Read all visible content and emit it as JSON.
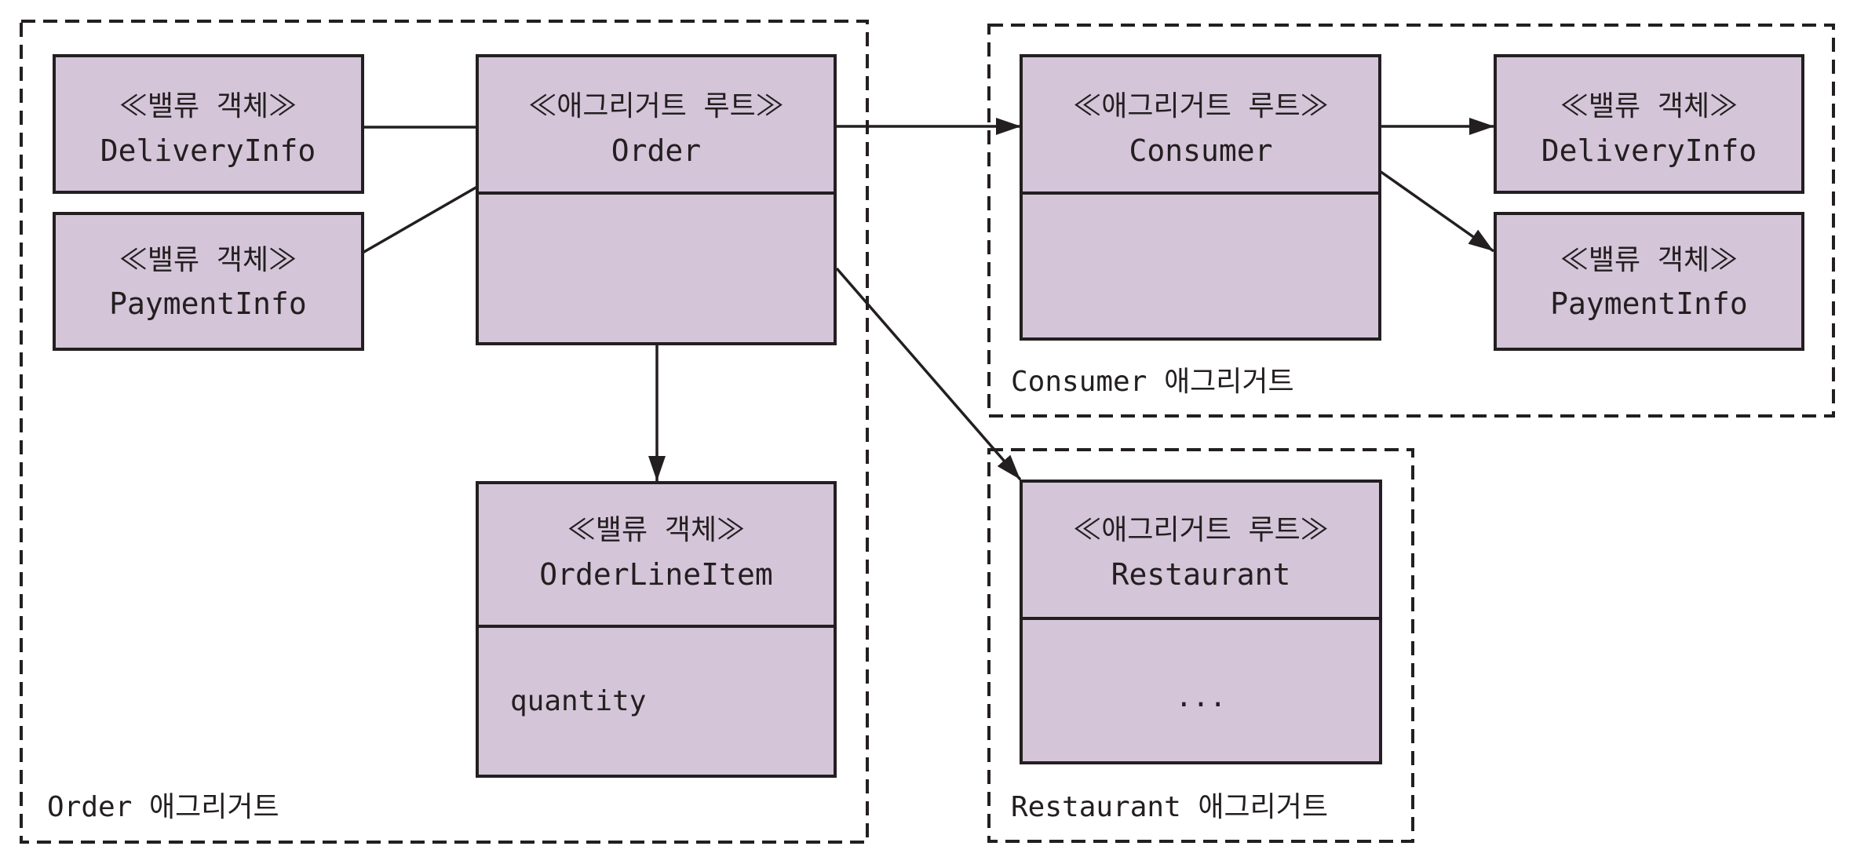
{
  "diagram": {
    "colors": {
      "class_fill": "#d5c5d9",
      "stroke": "#231f20",
      "background": "#ffffff"
    },
    "groups": [
      {
        "id": "order-aggregate",
        "label": "Order 애그리거트"
      },
      {
        "id": "consumer-aggregate",
        "label": "Consumer 애그리거트"
      },
      {
        "id": "restaurant-aggregate",
        "label": "Restaurant 애그리거트"
      }
    ],
    "classes": {
      "order_delivery_info": {
        "stereotype": "≪밸류 객체≫",
        "name": "DeliveryInfo",
        "group": "order-aggregate"
      },
      "order_payment_info": {
        "stereotype": "≪밸류 객체≫",
        "name": "PaymentInfo",
        "group": "order-aggregate"
      },
      "order": {
        "stereotype": "≪애그리거트 루트≫",
        "name": "Order",
        "attributes": [],
        "group": "order-aggregate"
      },
      "order_line_item": {
        "stereotype": "≪밸류 객체≫",
        "name": "OrderLineItem",
        "attributes": [
          "quantity"
        ],
        "group": "order-aggregate"
      },
      "consumer": {
        "stereotype": "≪애그리거트 루트≫",
        "name": "Consumer",
        "attributes": [],
        "group": "consumer-aggregate"
      },
      "consumer_delivery_info": {
        "stereotype": "≪밸류 객체≫",
        "name": "DeliveryInfo",
        "group": "consumer-aggregate"
      },
      "consumer_payment_info": {
        "stereotype": "≪밸류 객체≫",
        "name": "PaymentInfo",
        "group": "consumer-aggregate"
      },
      "restaurant": {
        "stereotype": "≪애그리거트 루트≫",
        "name": "Restaurant",
        "attributes": [
          "..."
        ],
        "group": "restaurant-aggregate"
      }
    },
    "edges": [
      {
        "from": "order_delivery_info",
        "to": "order",
        "type": "association"
      },
      {
        "from": "order_payment_info",
        "to": "order",
        "type": "association"
      },
      {
        "from": "order",
        "to": "consumer",
        "type": "directed"
      },
      {
        "from": "order",
        "to": "order_line_item",
        "type": "directed"
      },
      {
        "from": "order",
        "to": "restaurant",
        "type": "directed"
      },
      {
        "from": "consumer",
        "to": "consumer_delivery_info",
        "type": "directed"
      },
      {
        "from": "consumer",
        "to": "consumer_payment_info",
        "type": "directed"
      }
    ]
  }
}
